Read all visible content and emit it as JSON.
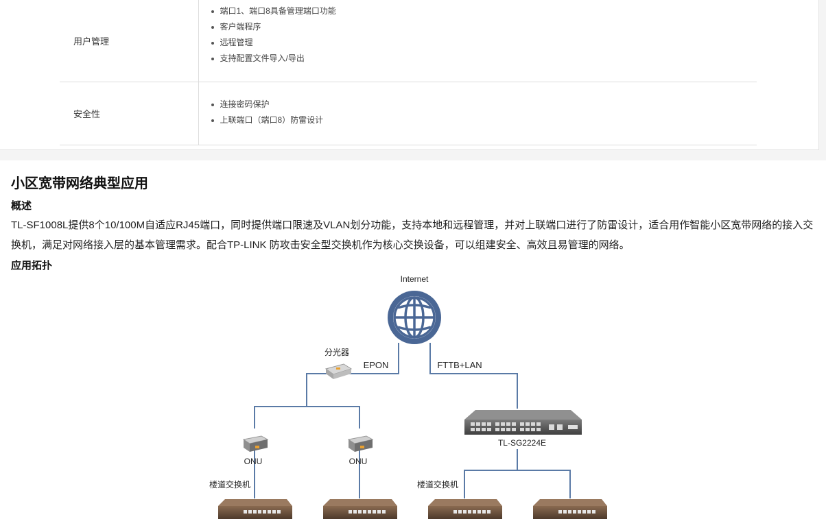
{
  "spec_table": {
    "rows": [
      {
        "name": "用户管理",
        "items": [
          "端口1、端口8具备管理端口功能",
          "客户端程序",
          "远程管理",
          "支持配置文件导入/导出"
        ]
      },
      {
        "name": "安全性",
        "items": [
          "连接密码保护",
          "上联端口（端口8）防雷设计"
        ]
      }
    ]
  },
  "section": {
    "title": "小区宽带网络典型应用",
    "overview_heading": "概述",
    "overview_text": "TL-SF1008L提供8个10/100M自适应RJ45端口，同时提供端口限速及VLAN划分功能，支持本地和远程管理，并对上联端口进行了防雷设计，适合用作智能小区宽带网络的接入交换机，满足对网络接入层的基本管理需求。配合TP-LINK 防攻击安全型交换机作为核心交换设备，可以组建安全、高效且易管理的网络。",
    "topology_heading": "应用拓扑"
  },
  "topology": {
    "internet_label": "Internet",
    "splitter_label": "分光器",
    "epon_label": "EPON",
    "fttb_label": "FTTB+LAN",
    "core_switch_label": "TL-SG2224E",
    "onu_labels": [
      "ONU",
      "ONU"
    ],
    "building_switch_label_left": "楼道交换机",
    "building_switch_label_right": "楼道交换机",
    "line_color": "#5a7aa6",
    "globe_color": "#4a6795"
  }
}
